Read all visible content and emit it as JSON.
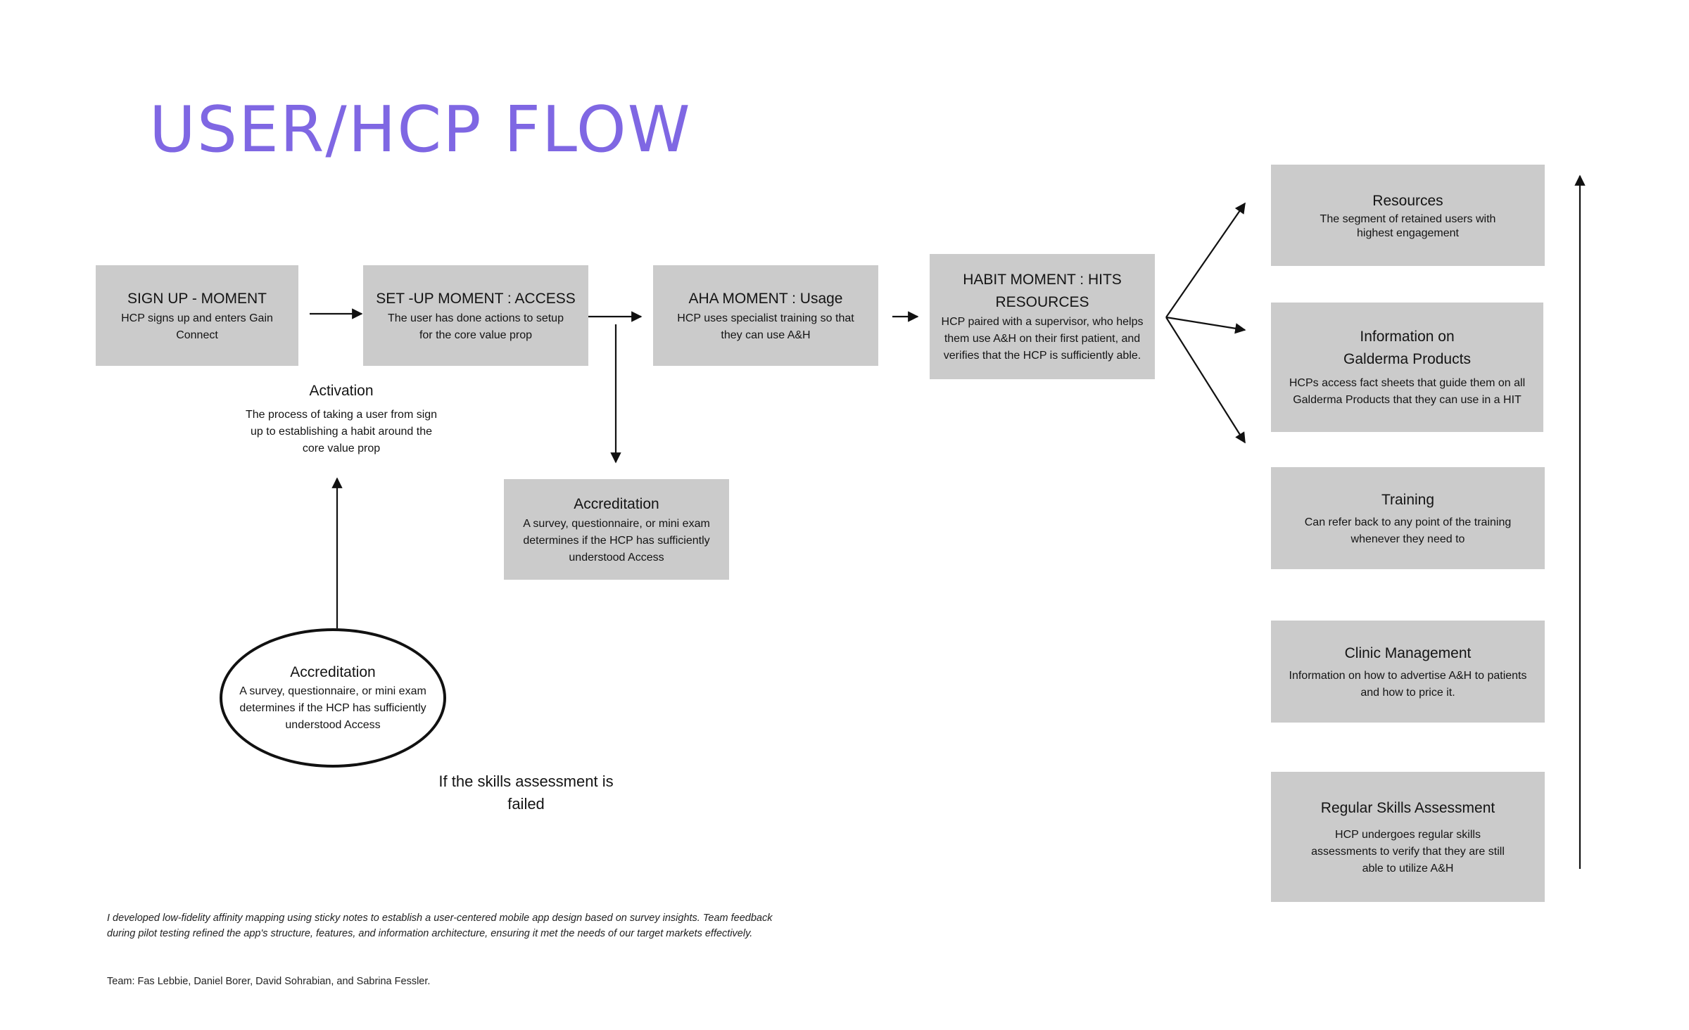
{
  "title": "USER/HCP FLOW",
  "flow": {
    "signup": {
      "title": "SIGN UP - MOMENT",
      "desc": "HCP signs up and enters Gain Connect"
    },
    "setup": {
      "title": "SET -UP MOMENT : ACCESS",
      "desc": "The user has done actions to setup for the core value prop"
    },
    "aha": {
      "title": "AHA MOMENT : Usage",
      "desc": "HCP uses specialist training so that they can use A&H"
    },
    "habit": {
      "title": "HABIT MOMENT : HITS RESOURCES",
      "desc": "HCP paired with a supervisor, who helps them use A&H on their first patient, and verifies that the HCP is sufficiently able."
    }
  },
  "activation": {
    "title": "Activation",
    "desc": "The process of taking a user from sign up to establishing a habit around the core value prop"
  },
  "accreditation_box": {
    "title": "Accreditation",
    "desc": "A survey, questionnaire, or mini exam determines if the HCP has sufficiently understood Access"
  },
  "accreditation_ellipse": {
    "title": "Accreditation",
    "desc": "A survey, questionnaire, or mini exam determines if the HCP has sufficiently understood Access"
  },
  "failed_label": "If the skills assessment is failed",
  "resources": [
    {
      "title": "Resources",
      "desc": "The segment of retained users with highest engagement"
    },
    {
      "title": "Information on Galderma Products",
      "desc": "HCPs access fact sheets that guide them on all Galderma Products that they can use in a HIT"
    },
    {
      "title": "Training",
      "desc": "Can refer back to any point of the training whenever they need to"
    },
    {
      "title": "Clinic Management",
      "desc": "Information on how to advertise A&H to patients and how to price it."
    },
    {
      "title": "Regular Skills Assessment",
      "desc": "HCP undergoes regular skills assessments to verify that they are still able to utilize A&H"
    }
  ],
  "note": "I developed low-fidelity affinity mapping using sticky notes to establish a user-centered mobile app design based on survey insights. Team feedback during pilot testing refined the app's structure, features, and information architecture, ensuring it met the needs of our target markets effectively.",
  "team": "Team: Fas Lebbie, Daniel Borer, David Sohrabian, and Sabrina Fessler.",
  "colors": {
    "title": "#7f67e3",
    "box": "#cbcbcb",
    "line": "#111111"
  }
}
